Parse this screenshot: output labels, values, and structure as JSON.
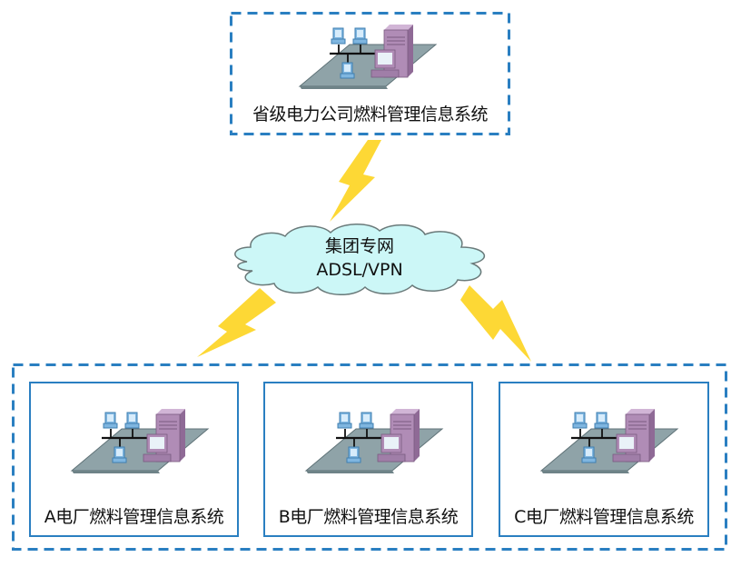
{
  "colors": {
    "dash_border": "#2a7fc1",
    "inner_border": "#2a7fc1",
    "cloud_fill": "#ccf7f7",
    "cloud_stroke": "#6a7a7a",
    "bolt": "#fdd835",
    "platform": "#8fa3a8",
    "server": "#b08cb6",
    "workstation": "#7fb6e0"
  },
  "provincial": {
    "label": "省级电力公司燃料管理信息系统",
    "icon": "lan-network-icon"
  },
  "network": {
    "line1": "集团专网",
    "line2": "ADSL/VPN",
    "icon": "cloud-icon"
  },
  "links": [
    {
      "from": "provincial",
      "to": "network",
      "icon": "lightning-bolt-icon"
    },
    {
      "from": "network",
      "to": "plant_a",
      "icon": "lightning-bolt-icon"
    },
    {
      "from": "network",
      "to": "plant_c",
      "icon": "lightning-bolt-icon"
    }
  ],
  "plants": [
    {
      "id": "plant_a",
      "label": "A电厂燃料管理信息系统",
      "icon": "lan-network-icon"
    },
    {
      "id": "plant_b",
      "label": "B电厂燃料管理信息系统",
      "icon": "lan-network-icon"
    },
    {
      "id": "plant_c",
      "label": "C电厂燃料管理信息系统",
      "icon": "lan-network-icon"
    }
  ]
}
